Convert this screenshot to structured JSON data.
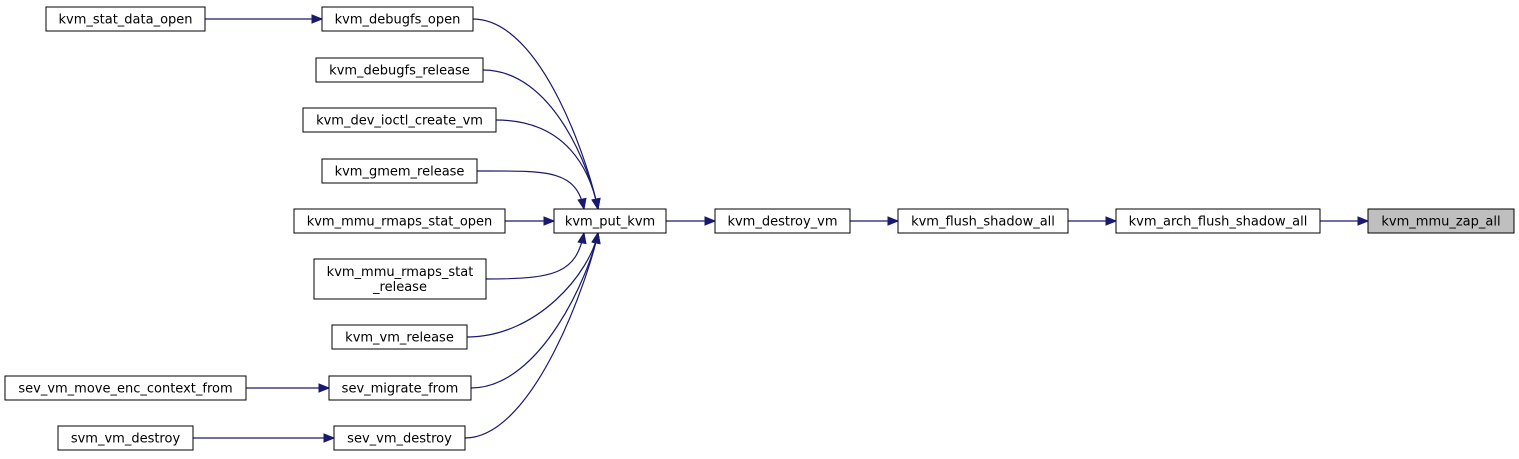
{
  "graph": {
    "nodes": [
      {
        "id": "kvm_stat_data_open",
        "label": "kvm_stat_data_open"
      },
      {
        "id": "kvm_debugfs_open",
        "label": "kvm_debugfs_open"
      },
      {
        "id": "kvm_debugfs_release",
        "label": "kvm_debugfs_release"
      },
      {
        "id": "kvm_dev_ioctl_create_vm",
        "label": "kvm_dev_ioctl_create_vm"
      },
      {
        "id": "kvm_gmem_release",
        "label": "kvm_gmem_release"
      },
      {
        "id": "kvm_mmu_rmaps_stat_open",
        "label": "kvm_mmu_rmaps_stat_open"
      },
      {
        "id": "kvm_mmu_rmaps_stat_release",
        "label": "kvm_mmu_rmaps_stat\n_release"
      },
      {
        "id": "kvm_vm_release",
        "label": "kvm_vm_release"
      },
      {
        "id": "sev_vm_move_enc_context_from",
        "label": "sev_vm_move_enc_context_from"
      },
      {
        "id": "sev_migrate_from",
        "label": "sev_migrate_from"
      },
      {
        "id": "svm_vm_destroy",
        "label": "svm_vm_destroy"
      },
      {
        "id": "sev_vm_destroy",
        "label": "sev_vm_destroy"
      },
      {
        "id": "kvm_put_kvm",
        "label": "kvm_put_kvm"
      },
      {
        "id": "kvm_destroy_vm",
        "label": "kvm_destroy_vm"
      },
      {
        "id": "kvm_flush_shadow_all",
        "label": "kvm_flush_shadow_all"
      },
      {
        "id": "kvm_arch_flush_shadow_all",
        "label": "kvm_arch_flush_shadow_all"
      },
      {
        "id": "kvm_mmu_zap_all",
        "label": "kvm_mmu_zap_all",
        "current": true
      }
    ],
    "edges": [
      {
        "from": "kvm_stat_data_open",
        "to": "kvm_debugfs_open"
      },
      {
        "from": "kvm_debugfs_open",
        "to": "kvm_put_kvm"
      },
      {
        "from": "kvm_debugfs_release",
        "to": "kvm_put_kvm"
      },
      {
        "from": "kvm_dev_ioctl_create_vm",
        "to": "kvm_put_kvm"
      },
      {
        "from": "kvm_gmem_release",
        "to": "kvm_put_kvm"
      },
      {
        "from": "kvm_mmu_rmaps_stat_open",
        "to": "kvm_put_kvm"
      },
      {
        "from": "kvm_mmu_rmaps_stat_release",
        "to": "kvm_put_kvm"
      },
      {
        "from": "kvm_vm_release",
        "to": "kvm_put_kvm"
      },
      {
        "from": "sev_migrate_from",
        "to": "kvm_put_kvm"
      },
      {
        "from": "sev_vm_destroy",
        "to": "kvm_put_kvm"
      },
      {
        "from": "sev_vm_move_enc_context_from",
        "to": "sev_migrate_from"
      },
      {
        "from": "svm_vm_destroy",
        "to": "sev_vm_destroy"
      },
      {
        "from": "kvm_put_kvm",
        "to": "kvm_destroy_vm"
      },
      {
        "from": "kvm_destroy_vm",
        "to": "kvm_flush_shadow_all"
      },
      {
        "from": "kvm_flush_shadow_all",
        "to": "kvm_arch_flush_shadow_all"
      },
      {
        "from": "kvm_arch_flush_shadow_all",
        "to": "kvm_mmu_zap_all"
      }
    ]
  },
  "colors": {
    "edge": "#191970",
    "current_node_fill": "#bfbfbf",
    "node_fill": "#ffffff",
    "node_stroke": "#000000"
  }
}
